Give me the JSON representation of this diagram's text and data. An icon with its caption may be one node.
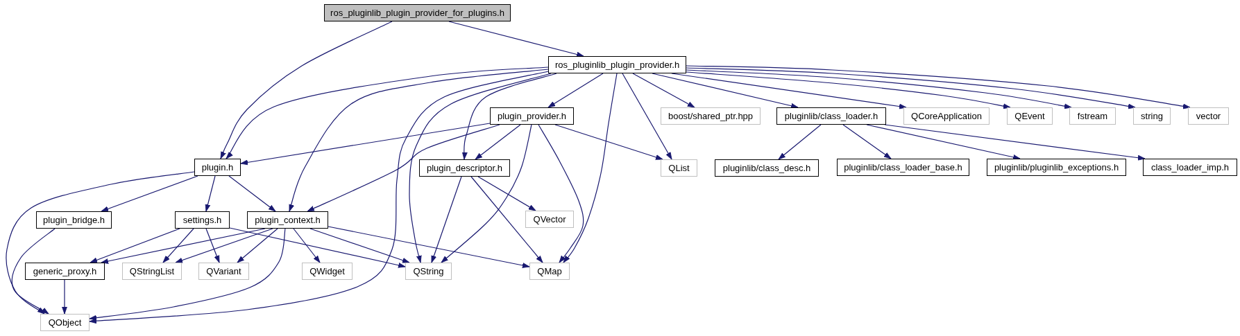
{
  "diagram": {
    "nodes": [
      {
        "text": [
          "ros_pluginlib_plugin_provider_for_plugins.h"
        ]
      },
      {
        "text": [
          "ros_pluginlib_plugin_provider.h"
        ]
      },
      {
        "text": [
          "plugin_provider.h"
        ]
      },
      {
        "text": [
          "boost/shared_ptr.hpp"
        ]
      },
      {
        "text": [
          "pluginlib/class_loader.h"
        ]
      },
      {
        "text": [
          "QCoreApplication"
        ]
      },
      {
        "text": [
          "QEvent"
        ]
      },
      {
        "text": [
          "fstream"
        ]
      },
      {
        "text": [
          "string"
        ]
      },
      {
        "text": [
          "vector"
        ]
      },
      {
        "text": [
          "plugin.h"
        ]
      },
      {
        "text": [
          "plugin_descriptor.h"
        ]
      },
      {
        "text": [
          "QList"
        ]
      },
      {
        "text": [
          "pluginlib/class_desc.h"
        ]
      },
      {
        "text": [
          "pluginlib/class_loader_base.h"
        ]
      },
      {
        "text": [
          "pluginlib/pluginlib_exceptions.h"
        ]
      },
      {
        "text": [
          "class_loader_imp.h"
        ]
      },
      {
        "text": [
          "plugin_bridge.h"
        ]
      },
      {
        "text": [
          "settings.h"
        ]
      },
      {
        "text": [
          "plugin_context.h"
        ]
      },
      {
        "text": [
          "QVector"
        ]
      },
      {
        "text": [
          "generic_proxy.h"
        ]
      },
      {
        "text": [
          "QStringList"
        ]
      },
      {
        "text": [
          "QVariant"
        ]
      },
      {
        "text": [
          "QWidget"
        ]
      },
      {
        "text": [
          "QString"
        ]
      },
      {
        "text": [
          "QMap"
        ]
      },
      {
        "text": [
          "QObject"
        ]
      }
    ],
    "edges": [
      {
        "from": 0,
        "to": 10,
        "arrow": "to"
      },
      {
        "from": 0,
        "to": 1,
        "arrow": "to"
      },
      {
        "from": 1,
        "to": 10,
        "arrow": "to"
      },
      {
        "from": 1,
        "to": 19,
        "arrow": "to"
      },
      {
        "from": 1,
        "to": 27,
        "arrow": "to"
      },
      {
        "from": 1,
        "to": 25,
        "arrow": "to"
      },
      {
        "from": 1,
        "to": 11,
        "arrow": "to"
      },
      {
        "from": 1,
        "to": 2,
        "arrow": "to"
      },
      {
        "from": 1,
        "to": 26,
        "arrow": "to"
      },
      {
        "from": 1,
        "to": 12,
        "arrow": "to"
      },
      {
        "from": 1,
        "to": 3,
        "arrow": "to"
      },
      {
        "from": 1,
        "to": 4,
        "arrow": "to"
      },
      {
        "from": 1,
        "to": 5,
        "arrow": "to"
      },
      {
        "from": 1,
        "to": 6,
        "arrow": "to"
      },
      {
        "from": 1,
        "to": 7,
        "arrow": "to"
      },
      {
        "from": 1,
        "to": 8,
        "arrow": "to"
      },
      {
        "from": 1,
        "to": 9,
        "arrow": "to"
      },
      {
        "from": 2,
        "to": 10,
        "arrow": "to"
      },
      {
        "from": 2,
        "to": 19,
        "arrow": "to"
      },
      {
        "from": 2,
        "to": 11,
        "arrow": "to"
      },
      {
        "from": 2,
        "to": 25,
        "arrow": "to"
      },
      {
        "from": 2,
        "to": 26,
        "arrow": "to"
      },
      {
        "from": 2,
        "to": 12,
        "arrow": "to"
      },
      {
        "from": 4,
        "to": 13,
        "arrow": "to"
      },
      {
        "from": 4,
        "to": 14,
        "arrow": "to"
      },
      {
        "from": 4,
        "to": 15,
        "arrow": "to"
      },
      {
        "from": 4,
        "to": 16,
        "arrow": "to"
      },
      {
        "from": 10,
        "to": 27,
        "arrow": "to"
      },
      {
        "from": 10,
        "to": 17,
        "arrow": "to"
      },
      {
        "from": 10,
        "to": 18,
        "arrow": "to"
      },
      {
        "from": 10,
        "to": 19,
        "arrow": "to"
      },
      {
        "from": 11,
        "to": 25,
        "arrow": "to"
      },
      {
        "from": 11,
        "to": 26,
        "arrow": "to"
      },
      {
        "from": 11,
        "to": 20,
        "arrow": "to"
      },
      {
        "from": 17,
        "to": 27,
        "arrow": "to"
      },
      {
        "from": 18,
        "to": 21,
        "arrow": "to"
      },
      {
        "from": 18,
        "to": 22,
        "arrow": "to"
      },
      {
        "from": 18,
        "to": 23,
        "arrow": "to"
      },
      {
        "from": 18,
        "to": 25,
        "arrow": "to"
      },
      {
        "from": 19,
        "to": 21,
        "arrow": "to"
      },
      {
        "from": 19,
        "to": 22,
        "arrow": "to"
      },
      {
        "from": 19,
        "to": 23,
        "arrow": "to"
      },
      {
        "from": 19,
        "to": 24,
        "arrow": "to"
      },
      {
        "from": 19,
        "to": 25,
        "arrow": "to"
      },
      {
        "from": 19,
        "to": 26,
        "arrow": "to"
      },
      {
        "from": 19,
        "to": 27,
        "arrow": "to"
      },
      {
        "from": 21,
        "to": 27,
        "arrow": "to"
      }
    ]
  }
}
